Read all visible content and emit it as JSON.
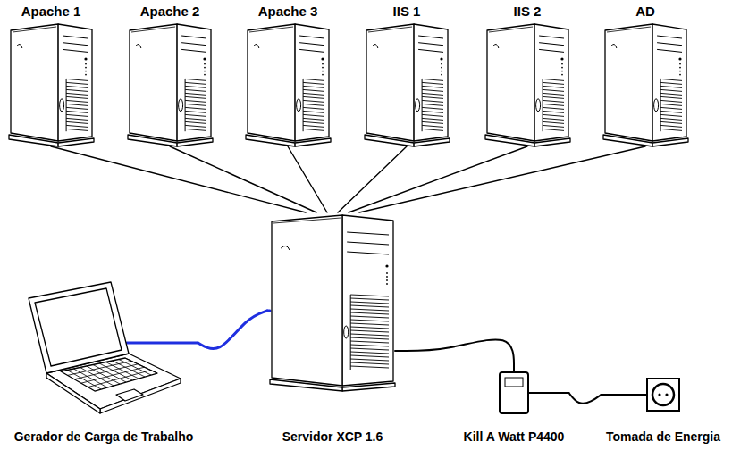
{
  "diagram": {
    "nodes": [
      {
        "text": [
          "Apache 1"
        ]
      },
      {
        "text": [
          "Apache 2"
        ]
      },
      {
        "text": [
          "Apache 3"
        ]
      },
      {
        "text": [
          "IIS 1"
        ]
      },
      {
        "text": [
          "IIS 2"
        ]
      },
      {
        "text": [
          "AD"
        ]
      },
      {
        "text": [
          "Gerador de Carga de Trabalho"
        ]
      },
      {
        "text": [
          "Servidor XCP 1.6"
        ]
      },
      {
        "text": [
          "Kill A Watt P4400"
        ]
      },
      {
        "text": [
          "Tomada de Energia"
        ]
      }
    ],
    "edges": [
      {
        "from": 7,
        "to": 0,
        "arrow": "none"
      },
      {
        "from": 7,
        "to": 1,
        "arrow": "none"
      },
      {
        "from": 7,
        "to": 2,
        "arrow": "none"
      },
      {
        "from": 7,
        "to": 3,
        "arrow": "none"
      },
      {
        "from": 7,
        "to": 4,
        "arrow": "none"
      },
      {
        "from": 7,
        "to": 5,
        "arrow": "none"
      },
      {
        "from": 6,
        "to": 7,
        "arrow": "none"
      },
      {
        "from": 7,
        "to": 8,
        "arrow": "none"
      },
      {
        "from": 8,
        "to": 9,
        "arrow": "none"
      }
    ]
  }
}
